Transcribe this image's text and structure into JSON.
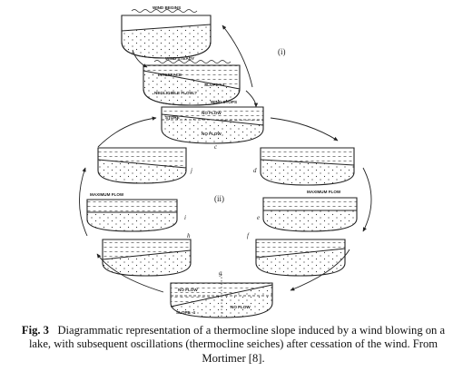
{
  "labels": {
    "wind_begins": "WIND BEGINS",
    "wind_steady": "WIND STEADY",
    "interface": "INTERFACE",
    "slope_val": "SLOPE +4",
    "negligible_flow": "NEGLIGIBLE FLOW ?",
    "wind_stops": "WIND STOPS",
    "store": "STORE",
    "no_flow": "NO FLOW",
    "maximum_flow": "MAXIMUM FLOW",
    "slope_neg": "SLOPE -4",
    "phase_i": "(i)",
    "phase_ii": "(ii)"
  },
  "letters": [
    "c",
    "d",
    "e",
    "f",
    "g",
    "h",
    "i",
    "j"
  ],
  "caption": {
    "fig": "Fig. 3",
    "text": "Diagrammatic representation of a thermocline slope induced by a wind blowing on a lake, with subsequent oscillations (thermocline seiches) after cessation of the wind. From Mortimer [8]."
  }
}
